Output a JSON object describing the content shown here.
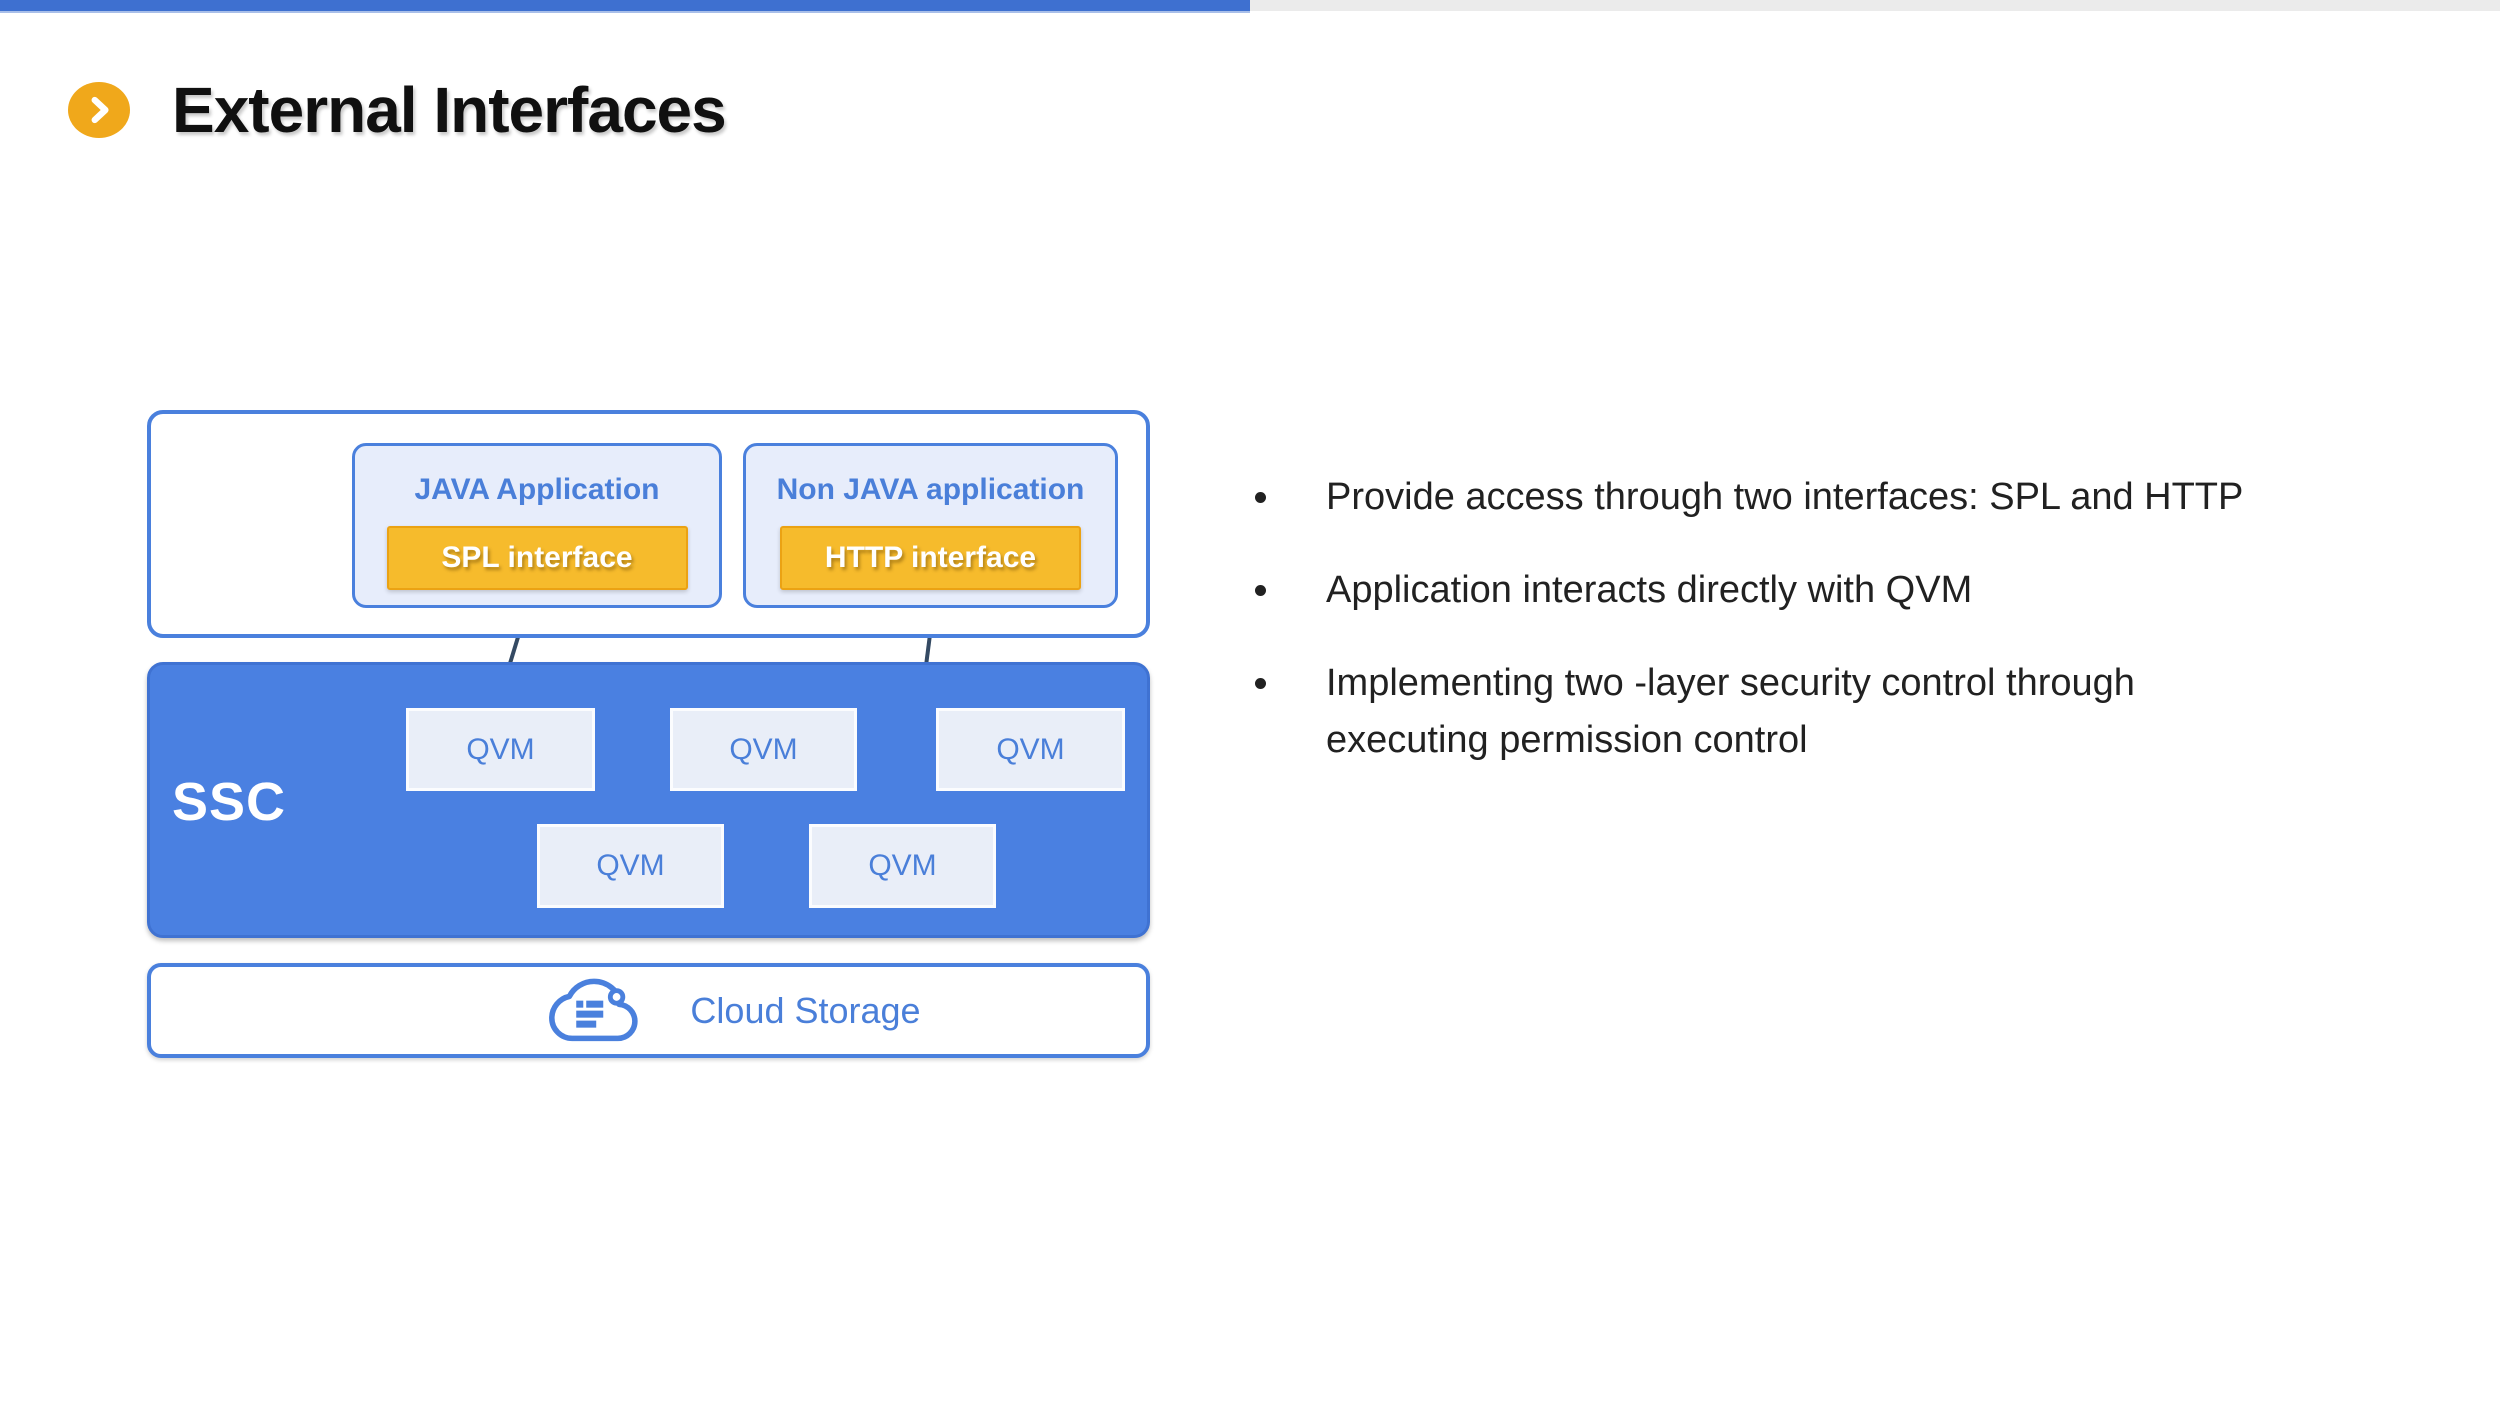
{
  "top_bar": {
    "accent_color": "#3e70d0",
    "secondary_color": "#ebebeb"
  },
  "header": {
    "title": "External Interfaces",
    "icon": "chevron-right-icon",
    "icon_color": "#f0a81b"
  },
  "diagram": {
    "applications": {
      "java": {
        "title": "JAVA Application",
        "interface_label": "SPL interface"
      },
      "non_java": {
        "title": "Non JAVA application",
        "interface_label": "HTTP interface"
      }
    },
    "ssc": {
      "label": "SSC",
      "qvm_boxes": [
        {
          "label": "QVM"
        },
        {
          "label": "QVM"
        },
        {
          "label": "QVM"
        },
        {
          "label": "QVM"
        },
        {
          "label": "QVM"
        }
      ]
    },
    "cloud": {
      "label": "Cloud Storage",
      "icon": "cloud-storage-icon"
    },
    "colors": {
      "blue_border": "#4a80dd",
      "blue_text": "#4a7fd9",
      "ssc_fill": "#4a80e1",
      "light_panel_fill": "#e7edfb",
      "qvm_fill": "#e9eef8",
      "interface_fill": "#f6bb2c",
      "interface_border": "#eba213",
      "connector": "#344a63"
    }
  },
  "bullets": [
    {
      "text": "Provide access through two interfaces: SPL and HTTP"
    },
    {
      "text": "Application interacts directly with QVM"
    },
    {
      "text": "Implementing two -layer security control through\nexecuting permission control"
    }
  ]
}
